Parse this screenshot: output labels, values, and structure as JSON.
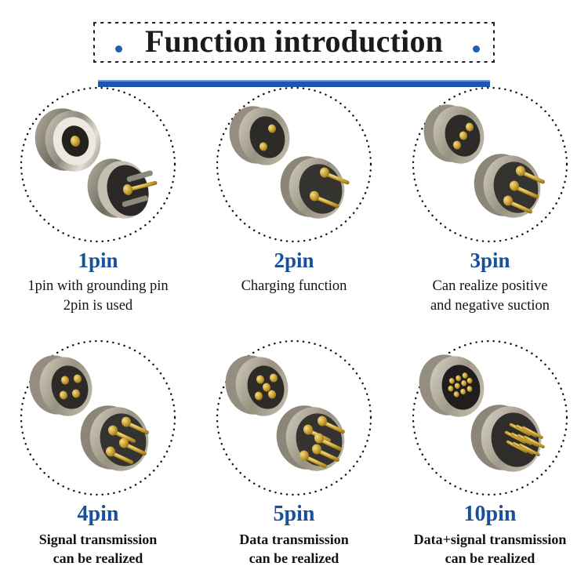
{
  "header": {
    "title": "Function introduction",
    "accent_color": "#1f5fb0",
    "bar_color": "#1a56ab",
    "title_color": "#1b1b1b"
  },
  "theme": {
    "background": "#ffffff",
    "pin_label_color": "#17509c",
    "caption_color": "#131313",
    "metal_light": "#d8d3c6",
    "metal_mid": "#a9a294",
    "metal_dark": "#6e685c",
    "face_dark": "#2b2b2b",
    "gold": "#c9a227"
  },
  "products": [
    {
      "id": "1pin",
      "pin_label": "1pin",
      "pin_count": 1,
      "caption_lines": [
        "1pin with grounding pin",
        "2pin is used"
      ],
      "caption": "1pin with grounding pin 2pin is used"
    },
    {
      "id": "2pin",
      "pin_label": "2pin",
      "pin_count": 2,
      "caption_lines": [
        "Charging function"
      ],
      "caption": "Charging function"
    },
    {
      "id": "3pin",
      "pin_label": "3pin",
      "pin_count": 3,
      "caption_lines": [
        "Can realize positive",
        "and negative suction"
      ],
      "caption": "Can realize positive and negative suction"
    },
    {
      "id": "4pin",
      "pin_label": "4pin",
      "pin_count": 4,
      "caption_lines": [
        "Signal transmission",
        "can be realized"
      ],
      "caption": "Signal transmission can be realized"
    },
    {
      "id": "5pin",
      "pin_label": "5pin",
      "pin_count": 5,
      "caption_lines": [
        "Data transmission",
        "can be realized"
      ],
      "caption": "Data transmission can be realized"
    },
    {
      "id": "10pin",
      "pin_label": "10pin",
      "pin_count": 10,
      "caption_lines": [
        "Data+signal transmission",
        "can be realized"
      ],
      "caption": "Data+signal transmission can be realized"
    }
  ]
}
